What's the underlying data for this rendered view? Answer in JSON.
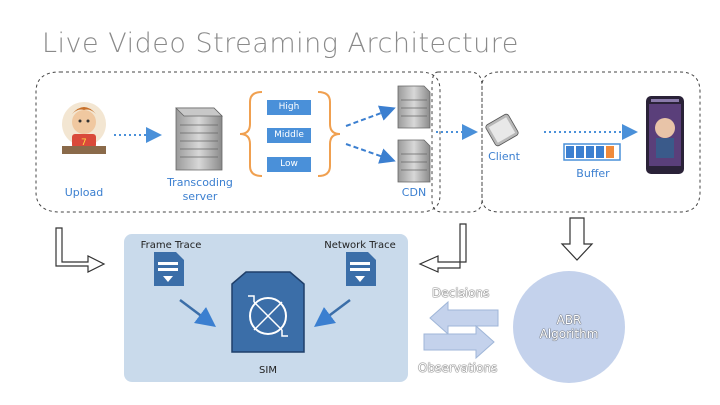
{
  "title": "Live Video Streaming Architecture",
  "pipeline": {
    "upload_label": "Upload",
    "transcoding_label_line1": "Transcoding",
    "transcoding_label_line2": "server",
    "qualities": [
      "High",
      "Middle",
      "Low"
    ],
    "cdn_label": "CDN",
    "client_label": "Client",
    "buffer_label": "Buffer"
  },
  "sim": {
    "frame_trace_label": "Frame Trace",
    "network_trace_label": "Network Trace",
    "sim_label": "SIM"
  },
  "abr": {
    "line1": "ABR",
    "line2": "Algorithm"
  },
  "flows": {
    "decisions_label": "Decisions",
    "observations_label": "Observations"
  },
  "colors": {
    "accent_blue": "#4a90d9",
    "bracket_orange": "#f0a050",
    "sim_bg": "#c9daeb",
    "abr_bg": "#c4d2ec"
  }
}
